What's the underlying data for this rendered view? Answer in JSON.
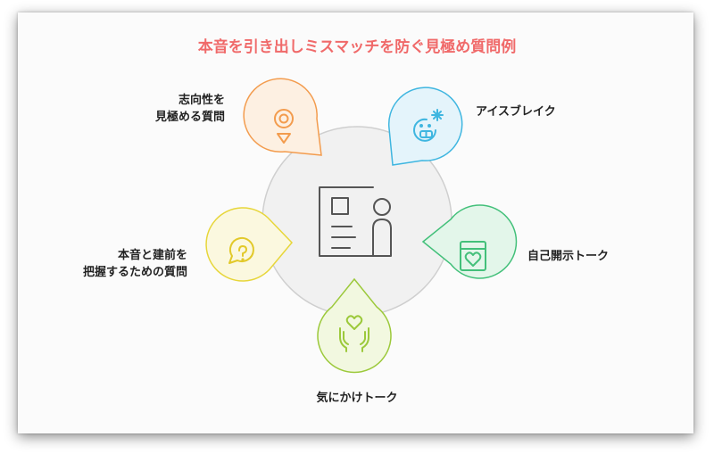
{
  "title": "本音を引き出しミスマッチを防ぐ見極め質問例",
  "items": [
    {
      "label": "志向性を\n見極める質問",
      "icon": "map-pin-icon",
      "color": "#f39c4e"
    },
    {
      "label": "アイスブレイク",
      "icon": "cold-face-icon",
      "color": "#3fb6e0"
    },
    {
      "label": "自己開示トーク",
      "icon": "heart-book-icon",
      "color": "#43c07a"
    },
    {
      "label": "気にかけトーク",
      "icon": "caring-hands-icon",
      "color": "#9cc93b"
    },
    {
      "label": "本音と建前を\n把握するための質問",
      "icon": "question-bubble-icon",
      "color": "#e7d63a"
    }
  ],
  "center": {
    "icon": "profile-card-icon"
  }
}
